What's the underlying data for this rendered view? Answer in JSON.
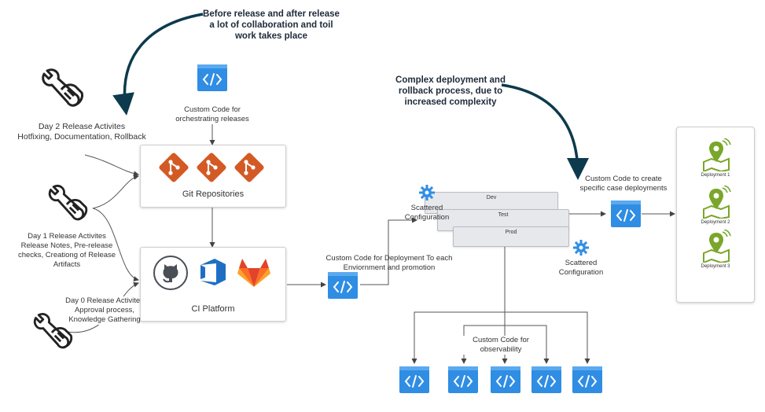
{
  "annotations": {
    "before_after": [
      "Before release and after release",
      "a lot of collaboration and toil",
      "work takes place"
    ],
    "complex": [
      "Complex deployment and",
      "rollback process, due to",
      "increased complexity"
    ]
  },
  "labels": {
    "orchestrating": [
      "Custom Code for",
      "orchestrating releases"
    ],
    "day2": [
      "Day 2 Release Activites",
      "Hotfixing, Documentation, Rollback"
    ],
    "day1": [
      "Day 1 Release Activites",
      "Release Notes, Pre-release",
      "checks, Creationg of Release",
      "Artifacts"
    ],
    "day0": [
      "Day 0 Release Activites",
      "Approval process,",
      "Knowledge Gathering"
    ],
    "git_repositories": "Git Repositories",
    "ci_platform": "CI Platform",
    "deploy_code": [
      "Custom Code for Deployment To each",
      "Enviornment and promotion"
    ],
    "scattered_top": [
      "Scattered",
      "Configuration"
    ],
    "scattered_right": [
      "Scattered",
      "Configuration"
    ],
    "create_deploy": [
      "Custom Code to create",
      "specific case deployments"
    ],
    "observability": [
      "Custom Code for",
      "observability"
    ]
  },
  "environments": [
    "Dev",
    "Test",
    "Prod"
  ],
  "deployments": [
    "Deployment 1",
    "Deployment 2",
    "Deployment 3"
  ],
  "icons": [
    "code-icon",
    "git-icon",
    "github-icon",
    "azure-devops-icon",
    "gitlab-icon",
    "wrench-hand-icon",
    "gear-icon",
    "map-pin-icon"
  ],
  "colors": {
    "code_blue": "#2f8de4",
    "git_orange": "#d35a25",
    "map_green": "#7aa62a",
    "dark_arrow": "#0d3a4d"
  }
}
